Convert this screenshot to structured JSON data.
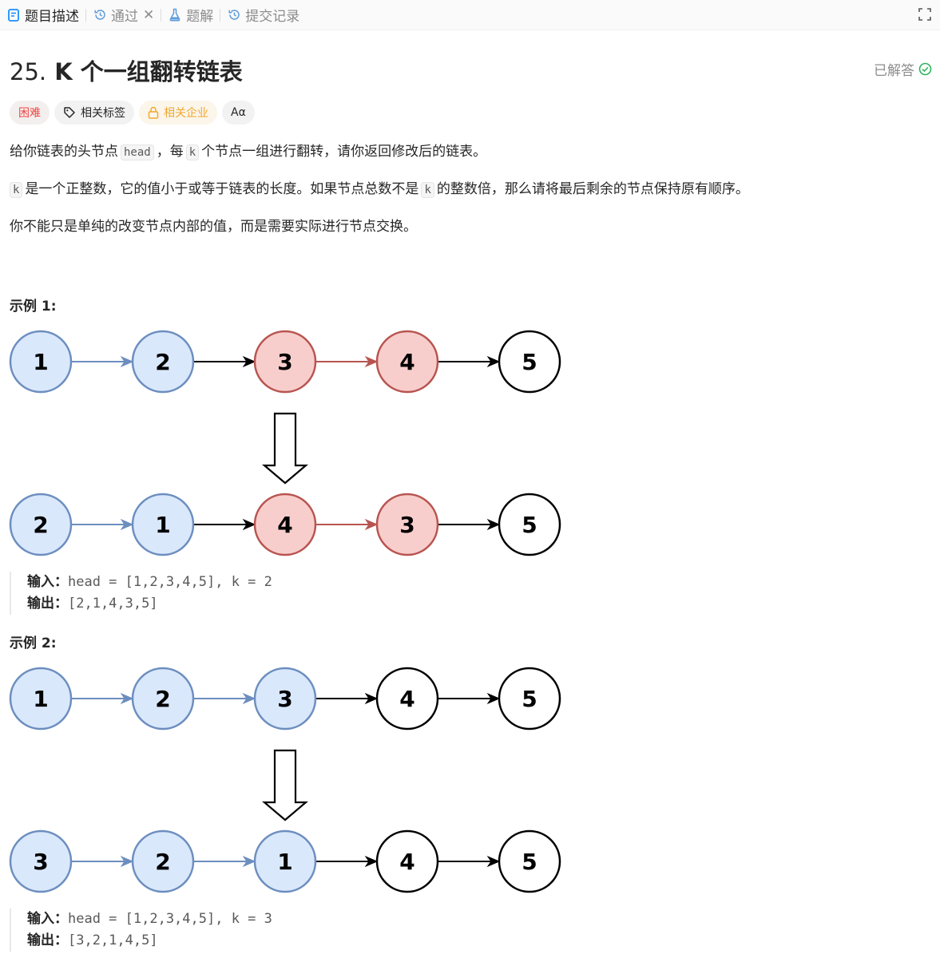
{
  "tabs": [
    {
      "label": "题目描述",
      "icon": "description-icon",
      "active": true
    },
    {
      "label": "通过",
      "icon": "history-icon",
      "closable": true
    },
    {
      "label": "题解",
      "icon": "flask-icon"
    },
    {
      "label": "提交记录",
      "icon": "history-icon"
    }
  ],
  "problem": {
    "number": "25.",
    "title": "K 个一组翻转链表",
    "status": "已解答"
  },
  "chips": [
    "困难",
    "相关标签",
    "相关企业",
    "Aα"
  ],
  "description": {
    "p1_a": "给你链表的头节点",
    "p1_code": "head",
    "p1_b": "，每",
    "p1_code2": "k",
    "p1_c": "个节点一组进行翻转，请你返回修改后的链表。",
    "p2_code": "k",
    "p2_a": "是一个正整数，它的值小于或等于链表的长度。如果节点总数不是",
    "p2_code2": "k",
    "p2_b": "的整数倍，那么请将最后剩余的节点保持原有顺序。",
    "p3": "你不能只是单纯的改变节点内部的值，而是需要实际进行节点交换。"
  },
  "examples": [
    {
      "title": "示例 1:",
      "before": [
        {
          "v": "1",
          "style": "blue"
        },
        {
          "v": "2",
          "style": "blue"
        },
        {
          "v": "3",
          "style": "red"
        },
        {
          "v": "4",
          "style": "red"
        },
        {
          "v": "5",
          "style": "plain"
        }
      ],
      "before_links": [
        "blue",
        "black",
        "red",
        "black"
      ],
      "after": [
        {
          "v": "2",
          "style": "blue"
        },
        {
          "v": "1",
          "style": "blue"
        },
        {
          "v": "4",
          "style": "red"
        },
        {
          "v": "3",
          "style": "red"
        },
        {
          "v": "5",
          "style": "plain"
        }
      ],
      "after_links": [
        "blue",
        "black",
        "red",
        "black"
      ],
      "input_label": "输入：",
      "input": "head = [1,2,3,4,5], k = 2",
      "output_label": "输出：",
      "output": "[2,1,4,3,5]"
    },
    {
      "title": "示例 2:",
      "before": [
        {
          "v": "1",
          "style": "blue"
        },
        {
          "v": "2",
          "style": "blue"
        },
        {
          "v": "3",
          "style": "blue"
        },
        {
          "v": "4",
          "style": "plain"
        },
        {
          "v": "5",
          "style": "plain"
        }
      ],
      "before_links": [
        "blue",
        "blue",
        "black",
        "black"
      ],
      "after": [
        {
          "v": "3",
          "style": "blue"
        },
        {
          "v": "2",
          "style": "blue"
        },
        {
          "v": "1",
          "style": "blue"
        },
        {
          "v": "4",
          "style": "plain"
        },
        {
          "v": "5",
          "style": "plain"
        }
      ],
      "after_links": [
        "blue",
        "blue",
        "black",
        "black"
      ],
      "input_label": "输入：",
      "input": "head = [1,2,3,4,5], k = 3",
      "output_label": "输出：",
      "output": "[3,2,1,4,5]"
    }
  ],
  "colors": {
    "blue_fill": "#dae8fc",
    "blue_stroke": "#6c8ebf",
    "red_fill": "#f8cecc",
    "red_stroke": "#b85450",
    "black": "#000000",
    "hard": "#ef4743",
    "company": "#f0a92f",
    "solved": "#2db55d"
  }
}
